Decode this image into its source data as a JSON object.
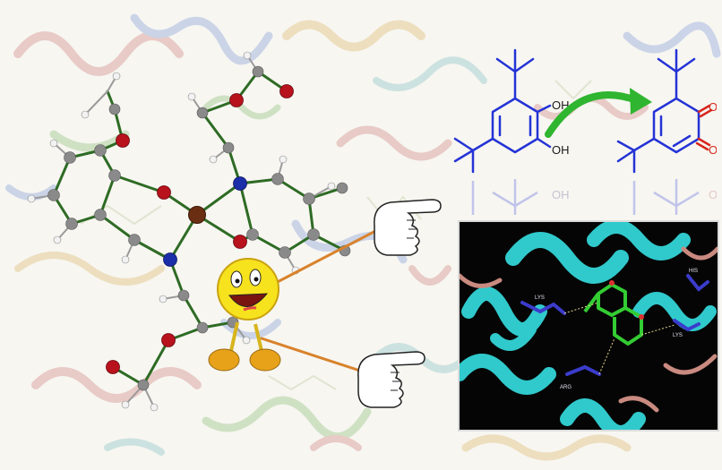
{
  "scheme": {
    "substrate": {
      "hydroxyl_top": "OH",
      "hydroxyl_bottom": "OH"
    },
    "product": {
      "oxo_top": "O",
      "oxo_bottom": "O"
    },
    "reflection": {
      "hydroxyl": "OH",
      "oxo": "O"
    }
  },
  "docking": {
    "residue_labels": [
      "LYS",
      "LYS",
      "HIS",
      "ARG"
    ]
  },
  "colors": {
    "substrate": "#2433d6",
    "product_oxygen": "#d8261c",
    "arrow": "#2fb52f",
    "bond": "#2e6b24",
    "carbon": "#8a8a8a",
    "oxygen": "#b8121d",
    "nitrogen": "#1c2ea8",
    "copper": "#6a2f12",
    "helix": "#30c9cc",
    "loop": "#c98a80",
    "pointer_line": "#d9822b",
    "mascot_face": "#f7e21e",
    "mascot_shoes": "#e8a21a"
  },
  "icons": [
    "pointing-hand-icon",
    "smiley-mascot-icon"
  ]
}
